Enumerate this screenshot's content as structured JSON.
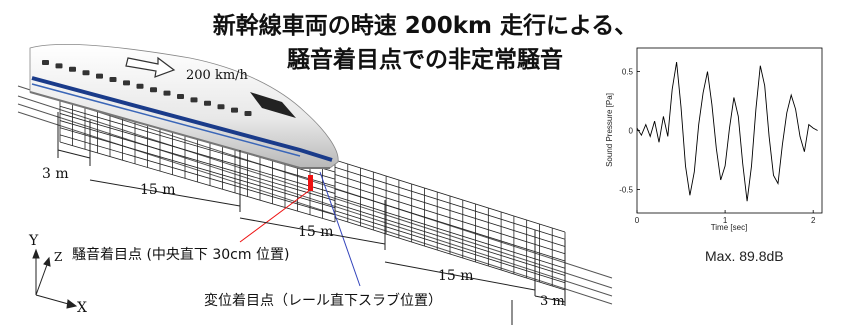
{
  "title": {
    "line1": "新幹線車両の時速 200km 走行による、",
    "line2": "騒音着目点での非定常騒音"
  },
  "diagram": {
    "speed_label": "200 km/h",
    "dim_3m_left": "3 m",
    "dim_15m_a": "15 m",
    "dim_15m_b": "15 m",
    "dim_15m_c": "15 m",
    "dim_3m_right": "3 m",
    "noise_point_label": "騒音着目点 (中央直下 30cm 位置)",
    "displacement_point_label": "変位着目点（レール直下スラブ位置）",
    "axis_y": "Y",
    "axis_z": "Z",
    "axis_x": "X"
  },
  "chart_data": {
    "type": "line",
    "xlabel": "Time [sec]",
    "ylabel": "Sound Pressure [Pa]",
    "xlim": [
      0,
      2.1
    ],
    "ylim": [
      -0.7,
      0.7
    ],
    "xticks": [
      0,
      1,
      2
    ],
    "yticks": [
      0.5,
      0,
      -0.5
    ],
    "series": [
      {
        "x": [
          0.0,
          0.05,
          0.1,
          0.15,
          0.2,
          0.25,
          0.3,
          0.35,
          0.4,
          0.45,
          0.5,
          0.55,
          0.6,
          0.65,
          0.7,
          0.75,
          0.8,
          0.85,
          0.9,
          0.95,
          1.0,
          1.05,
          1.1,
          1.15,
          1.2,
          1.25,
          1.3,
          1.35,
          1.4,
          1.45,
          1.5,
          1.55,
          1.6,
          1.65,
          1.7,
          1.75,
          1.8,
          1.85,
          1.9,
          1.95,
          2.0,
          2.05
        ],
        "values": [
          0.02,
          -0.04,
          0.05,
          -0.05,
          0.08,
          -0.1,
          0.12,
          -0.05,
          0.35,
          0.58,
          0.2,
          -0.3,
          -0.55,
          -0.35,
          0.05,
          0.32,
          0.5,
          0.22,
          -0.15,
          -0.42,
          -0.3,
          0.02,
          0.28,
          0.12,
          -0.28,
          -0.6,
          -0.3,
          0.18,
          0.55,
          0.38,
          -0.05,
          -0.38,
          -0.45,
          -0.12,
          0.15,
          0.3,
          0.18,
          -0.05,
          -0.18,
          0.05,
          0.02,
          0.0
        ]
      }
    ],
    "annotation": "Max. 89.8dB"
  }
}
